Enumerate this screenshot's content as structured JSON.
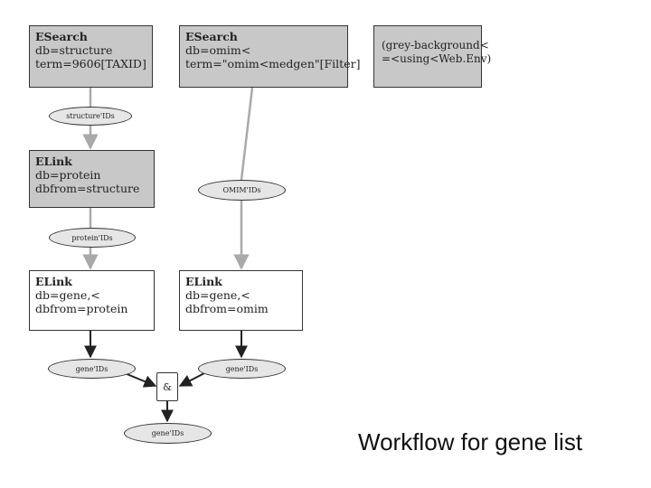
{
  "boxes": {
    "esearch_structure": {
      "title": "ESearch",
      "lines": [
        "db=structure",
        "term=9606[TAXID]"
      ]
    },
    "esearch_omim": {
      "title": "ESearch",
      "lines": [
        "db=omim<",
        "term=\"omim<medgen\"[Filter]"
      ]
    },
    "elink_protein": {
      "title": "ELink",
      "lines": [
        "db=protein",
        "dbfrom=structure"
      ]
    },
    "elink_gene_protein": {
      "title": "ELink",
      "lines": [
        "db=gene,<",
        "dbfrom=protein"
      ]
    },
    "elink_gene_omim": {
      "title": "ELink",
      "lines": [
        "db=gene,<",
        "dbfrom=omim"
      ]
    }
  },
  "legend_note": {
    "lines": [
      "(grey-background<",
      "=<using<Web.Env)"
    ]
  },
  "ovals": {
    "structure_ids": "structure'IDs",
    "omim_ids": "OMIM'IDs",
    "protein_ids": "protein'IDs",
    "gene_ids_left": "gene'IDs",
    "gene_ids_right": "gene'IDs",
    "gene_ids_final": "gene'IDs"
  },
  "and_operator": "&",
  "caption": "Workflow for gene list",
  "colors": {
    "grey_box": "#c8c8c8",
    "oval_fill": "#e6e6e6",
    "grey_edge": "#a9a9a9",
    "black_edge": "#222222"
  }
}
